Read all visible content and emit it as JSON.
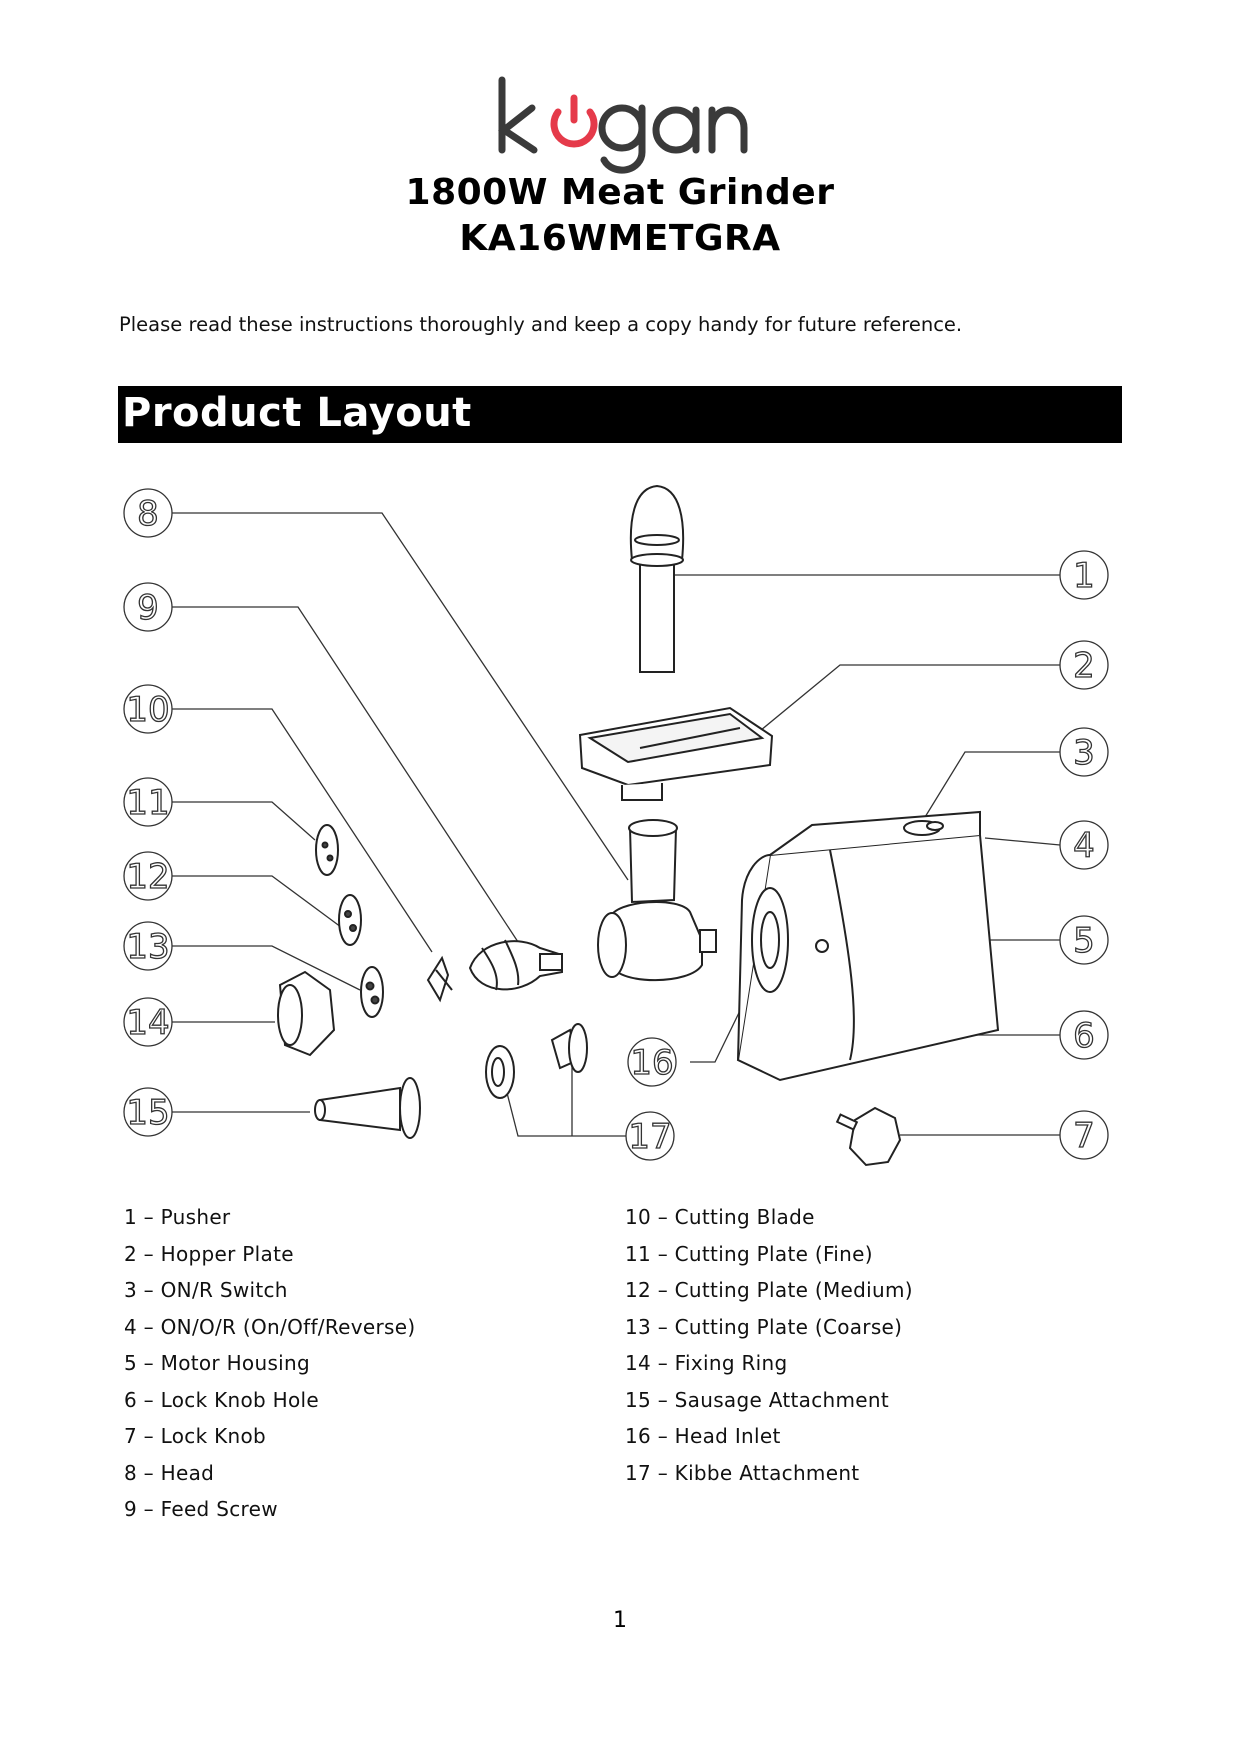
{
  "brand": {
    "logo_text": "kogan",
    "accent": "#e53a4a",
    "wordmark_color": "#3a3a3a"
  },
  "document": {
    "title_line1": "1800W Meat Grinder",
    "title_line2": "KA16WMETGRA",
    "intro": "Please read these instructions thoroughly and keep a copy handy for future reference."
  },
  "section": {
    "heading": "Product Layout"
  },
  "diagram": {
    "callouts": [
      "8",
      "9",
      "10",
      "11",
      "12",
      "13",
      "14",
      "15",
      "1",
      "2",
      "3",
      "4",
      "5",
      "6",
      "7",
      "16",
      "17"
    ]
  },
  "parts_left": [
    "1 – Pusher",
    "2 – Hopper Plate",
    "3 – ON/R Switch",
    "4 – ON/O/R (On/Off/Reverse)",
    "5 – Motor Housing",
    "6 – Lock Knob Hole",
    "7 – Lock Knob",
    "8 – Head",
    "9 – Feed Screw"
  ],
  "parts_right": [
    "10 – Cutting Blade",
    "11 – Cutting Plate (Fine)",
    "12 – Cutting Plate (Medium)",
    "13 – Cutting Plate (Coarse)",
    "14 – Fixing Ring",
    "15 – Sausage Attachment",
    "16 – Head Inlet",
    "17 – Kibbe Attachment"
  ],
  "page_number": "1"
}
